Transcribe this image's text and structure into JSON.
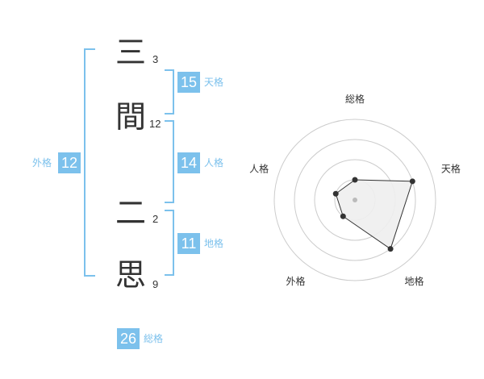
{
  "name": {
    "chars": [
      {
        "char": "三",
        "strokes": "3"
      },
      {
        "char": "間",
        "strokes": "12"
      },
      {
        "char": "二",
        "strokes": "2"
      },
      {
        "char": "思",
        "strokes": "9"
      }
    ]
  },
  "fortunes": {
    "tenkaku": {
      "value": "15",
      "label": "天格"
    },
    "jinkaku": {
      "value": "14",
      "label": "人格"
    },
    "chikaku": {
      "value": "11",
      "label": "地格"
    },
    "gaikaku": {
      "value": "12",
      "label": "外格"
    },
    "soukaku": {
      "value": "26",
      "label": "総格"
    }
  },
  "colors": {
    "accent": "#7cc1ec",
    "text": "#333333",
    "grid": "#cccccc",
    "fill": "#eeeeee"
  },
  "chart_data": {
    "type": "radar",
    "axes": [
      "総格",
      "天格",
      "地格",
      "外格",
      "人格"
    ],
    "levels": 4,
    "max": 4,
    "values": [
      1,
      3,
      3,
      1,
      1
    ]
  }
}
